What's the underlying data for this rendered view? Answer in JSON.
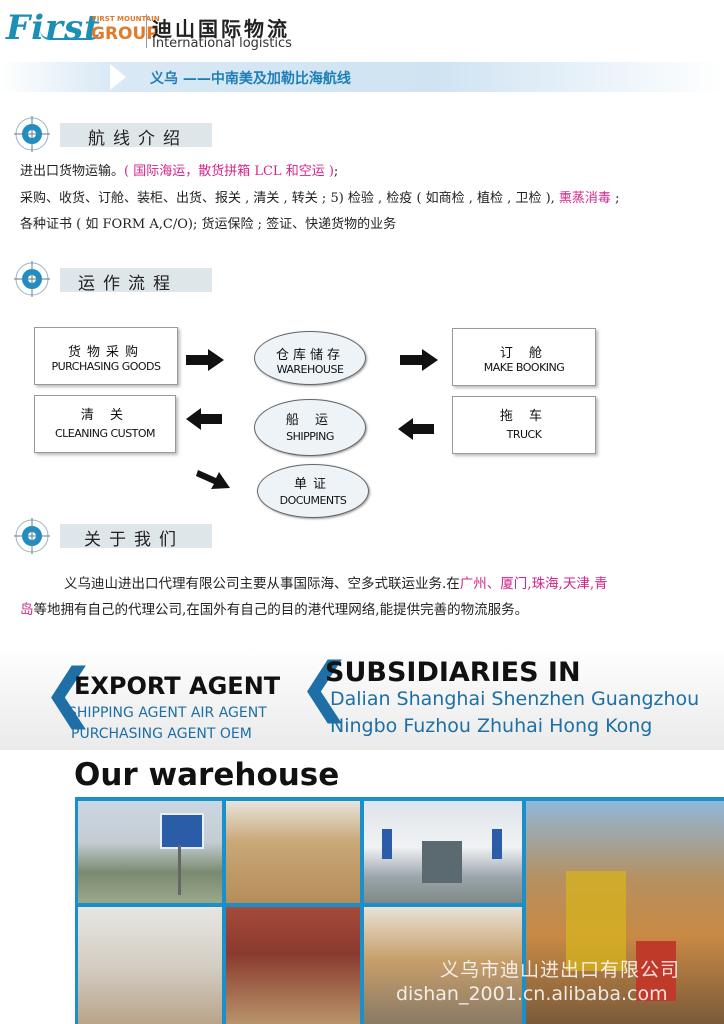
{
  "header": {
    "logo_first": "First",
    "logo_first_mountain": "FIRST MOUNTAIN",
    "logo_group": "GROUP",
    "company_cn": "迪山国际物流",
    "company_en": "International logistics",
    "route_title": "义乌 ——中南美及加勒比海航线"
  },
  "route_intro": {
    "heading": "航线介绍",
    "line1_a": "进出口货物运输。",
    "line1_b": "( 国际海运，散货拼箱 LCL 和空运 )",
    "line1_c": ";",
    "line2_a": "采购、收货、订舱、装柜、出货、报关 , 清关 , 转关 ; 5) 检验 , 检疫 ( 如商检 , 植检 , 卫检 ), ",
    "line2_b": "熏蒸消毒",
    "line2_c": " ;",
    "line3": "各种证书 ( 如 FORM A,C/O); 货运保险 ; 签证、快递货物的业务"
  },
  "workflow": {
    "heading": "运作流程",
    "steps": [
      {
        "cn": "货物采购",
        "en": "PURCHASING GOODS"
      },
      {
        "cn": "仓库储存",
        "en": "WAREHOUSE"
      },
      {
        "cn": "订 舱",
        "en": "MAKE BOOKING"
      },
      {
        "cn": "清 关",
        "en": "CLEANING CUSTOM"
      },
      {
        "cn": "船 运",
        "en": "SHIPPING"
      },
      {
        "cn": "拖 车",
        "en": "TRUCK"
      },
      {
        "cn": "单证",
        "en": "DOCUMENTS"
      }
    ]
  },
  "about": {
    "heading": "关于我们",
    "p_a": "义乌迪山进出口代理有限公司主要从事国际海、空多式联运业务.在",
    "p_cities": "广州、厦门,珠海,天津,青",
    "p_b_pink": "岛",
    "p_b": "等地拥有自己的代理公司,在国外有自己的目的港代理网络,能提供完善的物流服务。"
  },
  "banner": {
    "export_title": "EXPORT AGENT",
    "agents_line1": "SHIPPING AGENT  AIR AGENT",
    "agents_line2": "PURCHASING  AGENT   OEM",
    "subs_title": "SUBSIDIARIES IN",
    "cities_line1": "Dalian  Shanghai  Shenzhen   Guangzhou",
    "cities_line2": "Ningbo Fuzhou    Zhuhai   Hong Kong"
  },
  "warehouse": {
    "title": "Our warehouse",
    "watermark_cn": "义乌市迪山进出口有限公司",
    "watermark_en": "dishan_2001.cn.alibaba.com"
  },
  "colors": {
    "brand_blue": "#1d8fb5",
    "accent_pink": "#d4248a",
    "banner_blue": "#1d6fa5",
    "logo_orange": "#e07b2a"
  }
}
